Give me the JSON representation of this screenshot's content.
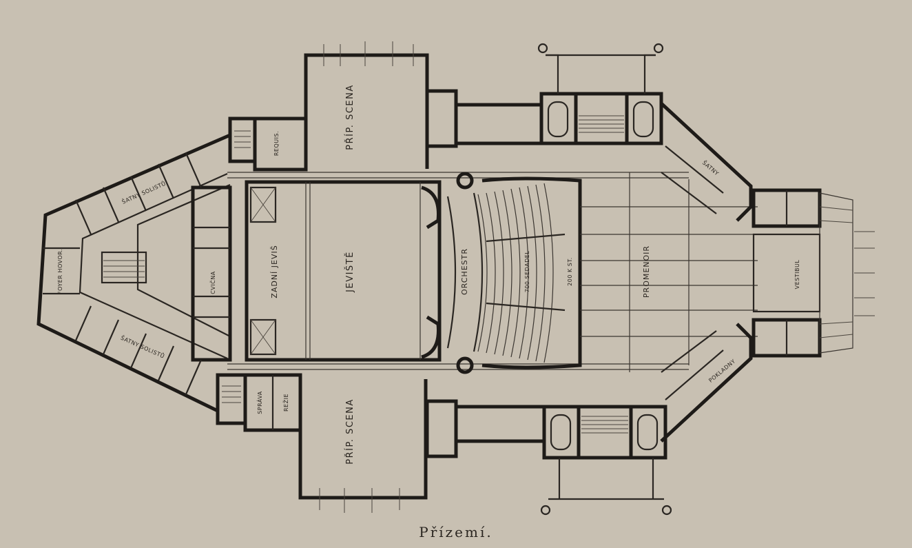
{
  "caption": "Přízemí.",
  "rooms": {
    "prip_scena_top": "PŘÍP. SCENA",
    "prip_scena_bottom": "PŘÍP. SCENA",
    "jeviste": "JEVIŠTĚ",
    "zadni_jeviste": "ZADNÍ JEVIŠ",
    "orchestr": "ORCHESTR",
    "sedadla_700": "700 SEDADEL",
    "stani_200": "200 K ST.",
    "promenoir": "PROMENOIR",
    "vestibul": "VESTIBUL",
    "pokladna": "POKLADNY",
    "satny": "ŠATNY",
    "requis": "REQUIS.",
    "sprava": "SPRÁVA",
    "rezie": "REŽIE",
    "foyer": "FOYER HOVOR.",
    "satny_sol_top": "ŠATNY SOLISTŮ",
    "satny_sol_bottom": "ŠATNY SOLISTŮ",
    "cvicna": "CVIČNA"
  }
}
